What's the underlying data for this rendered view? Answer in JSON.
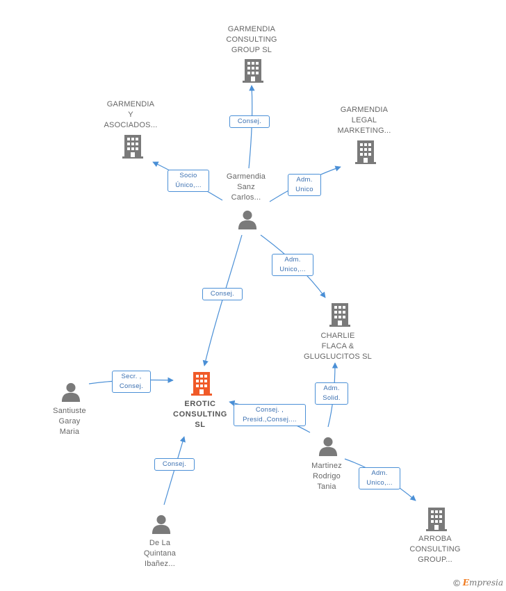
{
  "nodes": {
    "garmendia_consulting": {
      "label": "GARMENDIA\nCONSULTING\nGROUP SL",
      "kind": "company"
    },
    "garmendia_asociados": {
      "label": "GARMENDIA\nY\nASOCIADOS...",
      "kind": "company"
    },
    "garmendia_legal": {
      "label": "GARMENDIA\nLEGAL\nMARKETING...",
      "kind": "company"
    },
    "garmendia_sanz": {
      "label": "Garmendia\nSanz\nCarlos...",
      "kind": "person"
    },
    "charlie_flaca": {
      "label": "CHARLIE\nFLACA &\nGLUGLUCITOS SL",
      "kind": "company"
    },
    "erotic_consulting": {
      "label": "EROTIC\nCONSULTING\nSL",
      "kind": "company-main"
    },
    "santiuste": {
      "label": "Santiuste\nGaray\nMaria",
      "kind": "person"
    },
    "martinez": {
      "label": "Martinez\nRodrigo\nTania",
      "kind": "person"
    },
    "de_la_quintana": {
      "label": "De La\nQuintana\nIbañez...",
      "kind": "person"
    },
    "arroba_consulting": {
      "label": "ARROBA\nCONSULTING\nGROUP...",
      "kind": "company"
    }
  },
  "edges": {
    "e1": {
      "label": "Consej.",
      "from": "garmendia_sanz",
      "to": "garmendia_consulting"
    },
    "e2": {
      "label": "Socio\nÚnico,...",
      "from": "garmendia_sanz",
      "to": "garmendia_asociados"
    },
    "e3": {
      "label": "Adm.\nUnico",
      "from": "garmendia_sanz",
      "to": "garmendia_legal"
    },
    "e4": {
      "label": "Adm.\nUnico,...",
      "from": "garmendia_sanz",
      "to": "charlie_flaca"
    },
    "e5": {
      "label": "Consej.",
      "from": "garmendia_sanz",
      "to": "erotic_consulting"
    },
    "e6": {
      "label": "Secr. ,\nConsej.",
      "from": "santiuste",
      "to": "erotic_consulting"
    },
    "e7": {
      "label": "Adm.\nSolid.",
      "from": "martinez",
      "to": "charlie_flaca"
    },
    "e8": {
      "label": "Consej. ,\nPresid.,Consej....",
      "from": "martinez",
      "to": "erotic_consulting"
    },
    "e9": {
      "label": "Consej.",
      "from": "de_la_quintana",
      "to": "erotic_consulting"
    },
    "e10": {
      "label": "Adm.\nUnico,...",
      "from": "martinez",
      "to": "arroba_consulting"
    }
  },
  "colors": {
    "edge": "#4a8fd6",
    "company": "#7a7a7a",
    "main_company": "#f05a28",
    "person": "#7a7a7a"
  },
  "footer": {
    "copyright": "©",
    "brand_initial": "E",
    "brand_rest": "mpresia"
  }
}
